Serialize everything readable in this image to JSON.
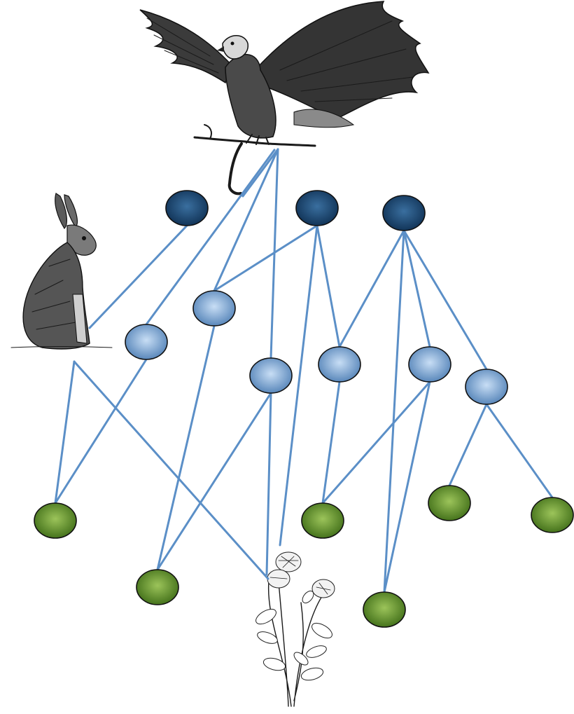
{
  "diagram": {
    "type": "food-web",
    "illustrations": [
      {
        "id": "eagle",
        "name": "eagle-illustration"
      },
      {
        "id": "hare",
        "name": "hare-illustration"
      },
      {
        "id": "clover",
        "name": "clover-illustration"
      }
    ],
    "nodes": [
      {
        "id": "top1",
        "level": "top"
      },
      {
        "id": "top2",
        "level": "top"
      },
      {
        "id": "top3",
        "level": "top"
      },
      {
        "id": "mid1",
        "level": "middle"
      },
      {
        "id": "mid2",
        "level": "middle"
      },
      {
        "id": "mid3",
        "level": "middle"
      },
      {
        "id": "mid4",
        "level": "middle"
      },
      {
        "id": "mid5",
        "level": "middle"
      },
      {
        "id": "mid6",
        "level": "middle"
      },
      {
        "id": "bot1",
        "level": "bottom"
      },
      {
        "id": "bot2",
        "level": "bottom"
      },
      {
        "id": "bot3",
        "level": "bottom"
      },
      {
        "id": "bot4",
        "level": "bottom"
      },
      {
        "id": "bot5",
        "level": "bottom"
      },
      {
        "id": "bot6",
        "level": "bottom"
      }
    ],
    "edges": [
      [
        "top1",
        "hare"
      ],
      [
        "eagle",
        "mid1"
      ],
      [
        "eagle",
        "mid2"
      ],
      [
        "eagle",
        "mid3"
      ],
      [
        "top2",
        "mid2"
      ],
      [
        "top2",
        "mid4"
      ],
      [
        "top2",
        "clover"
      ],
      [
        "top3",
        "mid4"
      ],
      [
        "top3",
        "mid5"
      ],
      [
        "top3",
        "mid6"
      ],
      [
        "top3",
        "bot5"
      ],
      [
        "hare",
        "bot1"
      ],
      [
        "hare",
        "clover"
      ],
      [
        "mid1",
        "bot1"
      ],
      [
        "mid2",
        "bot2"
      ],
      [
        "mid3",
        "bot2"
      ],
      [
        "mid3",
        "clover"
      ],
      [
        "mid4",
        "bot3"
      ],
      [
        "mid5",
        "bot3"
      ],
      [
        "mid5",
        "bot5"
      ],
      [
        "mid6",
        "bot4"
      ],
      [
        "mid6",
        "bot6"
      ]
    ],
    "colors": {
      "edge": "#5b8fc7",
      "top_light": "#3a6f9f",
      "top_dark": "#0e2f52",
      "middle_light": "#b9d4f0",
      "middle_dark": "#4f7fb5",
      "bottom_light": "#9cc45a",
      "bottom_dark": "#3d6b16"
    }
  }
}
